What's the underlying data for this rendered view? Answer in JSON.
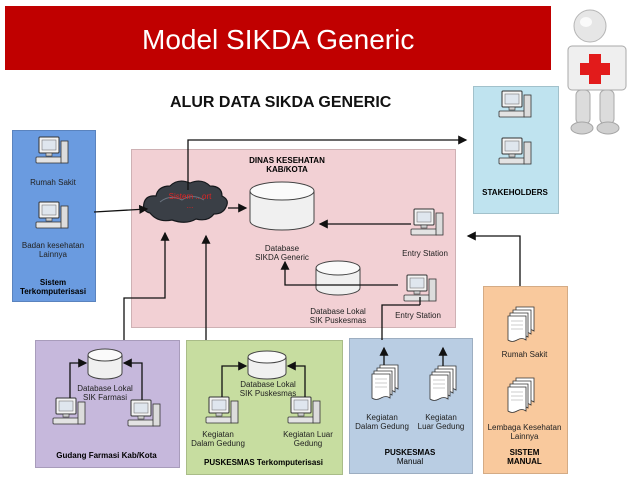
{
  "slide_title": "Model SIKDA Generic",
  "diagram_title": "ALUR DATA SIKDA GENERIC",
  "colors": {
    "title_bar": "#c00000",
    "dinkes_box": "#f2d0d4",
    "terkomputerisasi_box": "#6a9be0",
    "stakeholders_box": "#bfe3ef",
    "farmasi_box": "#c6b8dc",
    "puskesmas_komp_box": "#c7dda0",
    "puskesmas_manual_box": "#b9cde3",
    "sistem_manual_box": "#f9c99d"
  },
  "dinkes": {
    "title_line1": "DINAS KESEHATAN",
    "title_line2": "KAB/KOTA",
    "cloud_line1": "Sistem ...ort",
    "cloud_line2": "...",
    "db_generic_line1": "Database",
    "db_generic_line2": "SIKDA Generic",
    "db_lokal_line1": "Database Lokal",
    "db_lokal_line2": "SIK Puskesmas",
    "entry_station_1": "Entry Station",
    "entry_station_2": "Entry Station"
  },
  "terkomputerisasi": {
    "item1": "Rumah Sakit",
    "item2_line1": "Badan kesehatan",
    "item2_line2": "Lainnya",
    "title_line1": "Sistem",
    "title_line2": "Terkomputerisasi"
  },
  "stakeholders": {
    "title": "STAKEHOLDERS"
  },
  "farmasi": {
    "db_line1": "Database Lokal",
    "db_line2": "SIK Farmasi",
    "title": "Gudang Farmasi Kab/Kota"
  },
  "puskesmas_komp": {
    "db_line1": "Database Lokal",
    "db_line2": "SIK Puskesmas",
    "keg_dalam_line1": "Kegiatan",
    "keg_dalam_line2": "Dalam Gedung",
    "keg_luar_line1": "Kegiatan Luar",
    "keg_luar_line2": "Gedung",
    "title": "PUSKESMAS Terkomputerisasi"
  },
  "puskesmas_manual": {
    "keg_dalam_line1": "Kegiatan",
    "keg_dalam_line2": "Dalam Gedung",
    "keg_luar_line1": "Kegiatan",
    "keg_luar_line2": "Luar Gedung",
    "title_line1": "PUSKESMAS",
    "title_line2": "Manual"
  },
  "sistem_manual": {
    "item1": "Rumah Sakit",
    "item2_line1": "Lembaga Kesehatan",
    "item2_line2": "Lainnya",
    "title_line1": "SISTEM",
    "title_line2": "MANUAL"
  }
}
